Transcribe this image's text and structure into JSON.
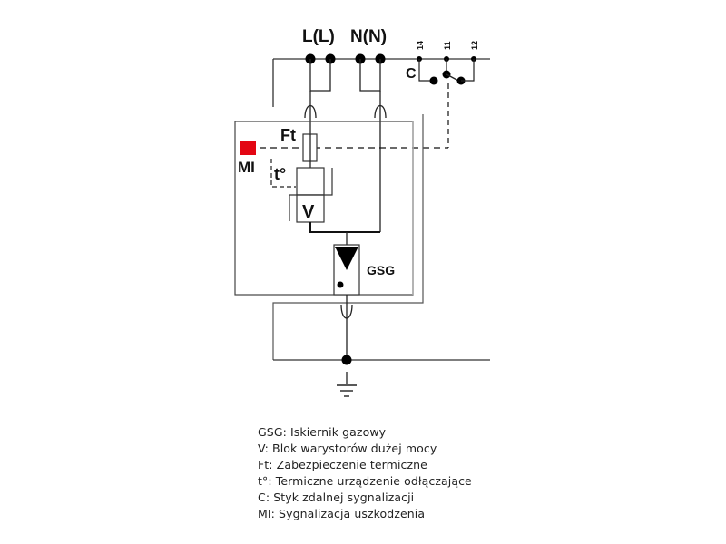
{
  "diagram": {
    "terminals": {
      "line": "L(L)",
      "neutral": "N(N)"
    },
    "contact_pins": [
      "14",
      "11",
      "12"
    ],
    "labels": {
      "contact": "C",
      "thermal_fuse": "Ft",
      "thermal_disconnector": "t°",
      "varistor": "V",
      "gas_arrester": "GSG",
      "indicator": "MI"
    },
    "colors": {
      "indicator": "#e30613",
      "line": "#111111",
      "box": "#555555"
    }
  },
  "legend": [
    "GSG: Iskiernik gazowy",
    "V: Blok warystorów dużej mocy",
    "Ft: Zabezpieczenie termiczne",
    "t°: Termiczne urządzenie odłączające",
    "C: Styk zdalnej sygnalizacji",
    "MI: Sygnalizacja uszkodzenia"
  ]
}
